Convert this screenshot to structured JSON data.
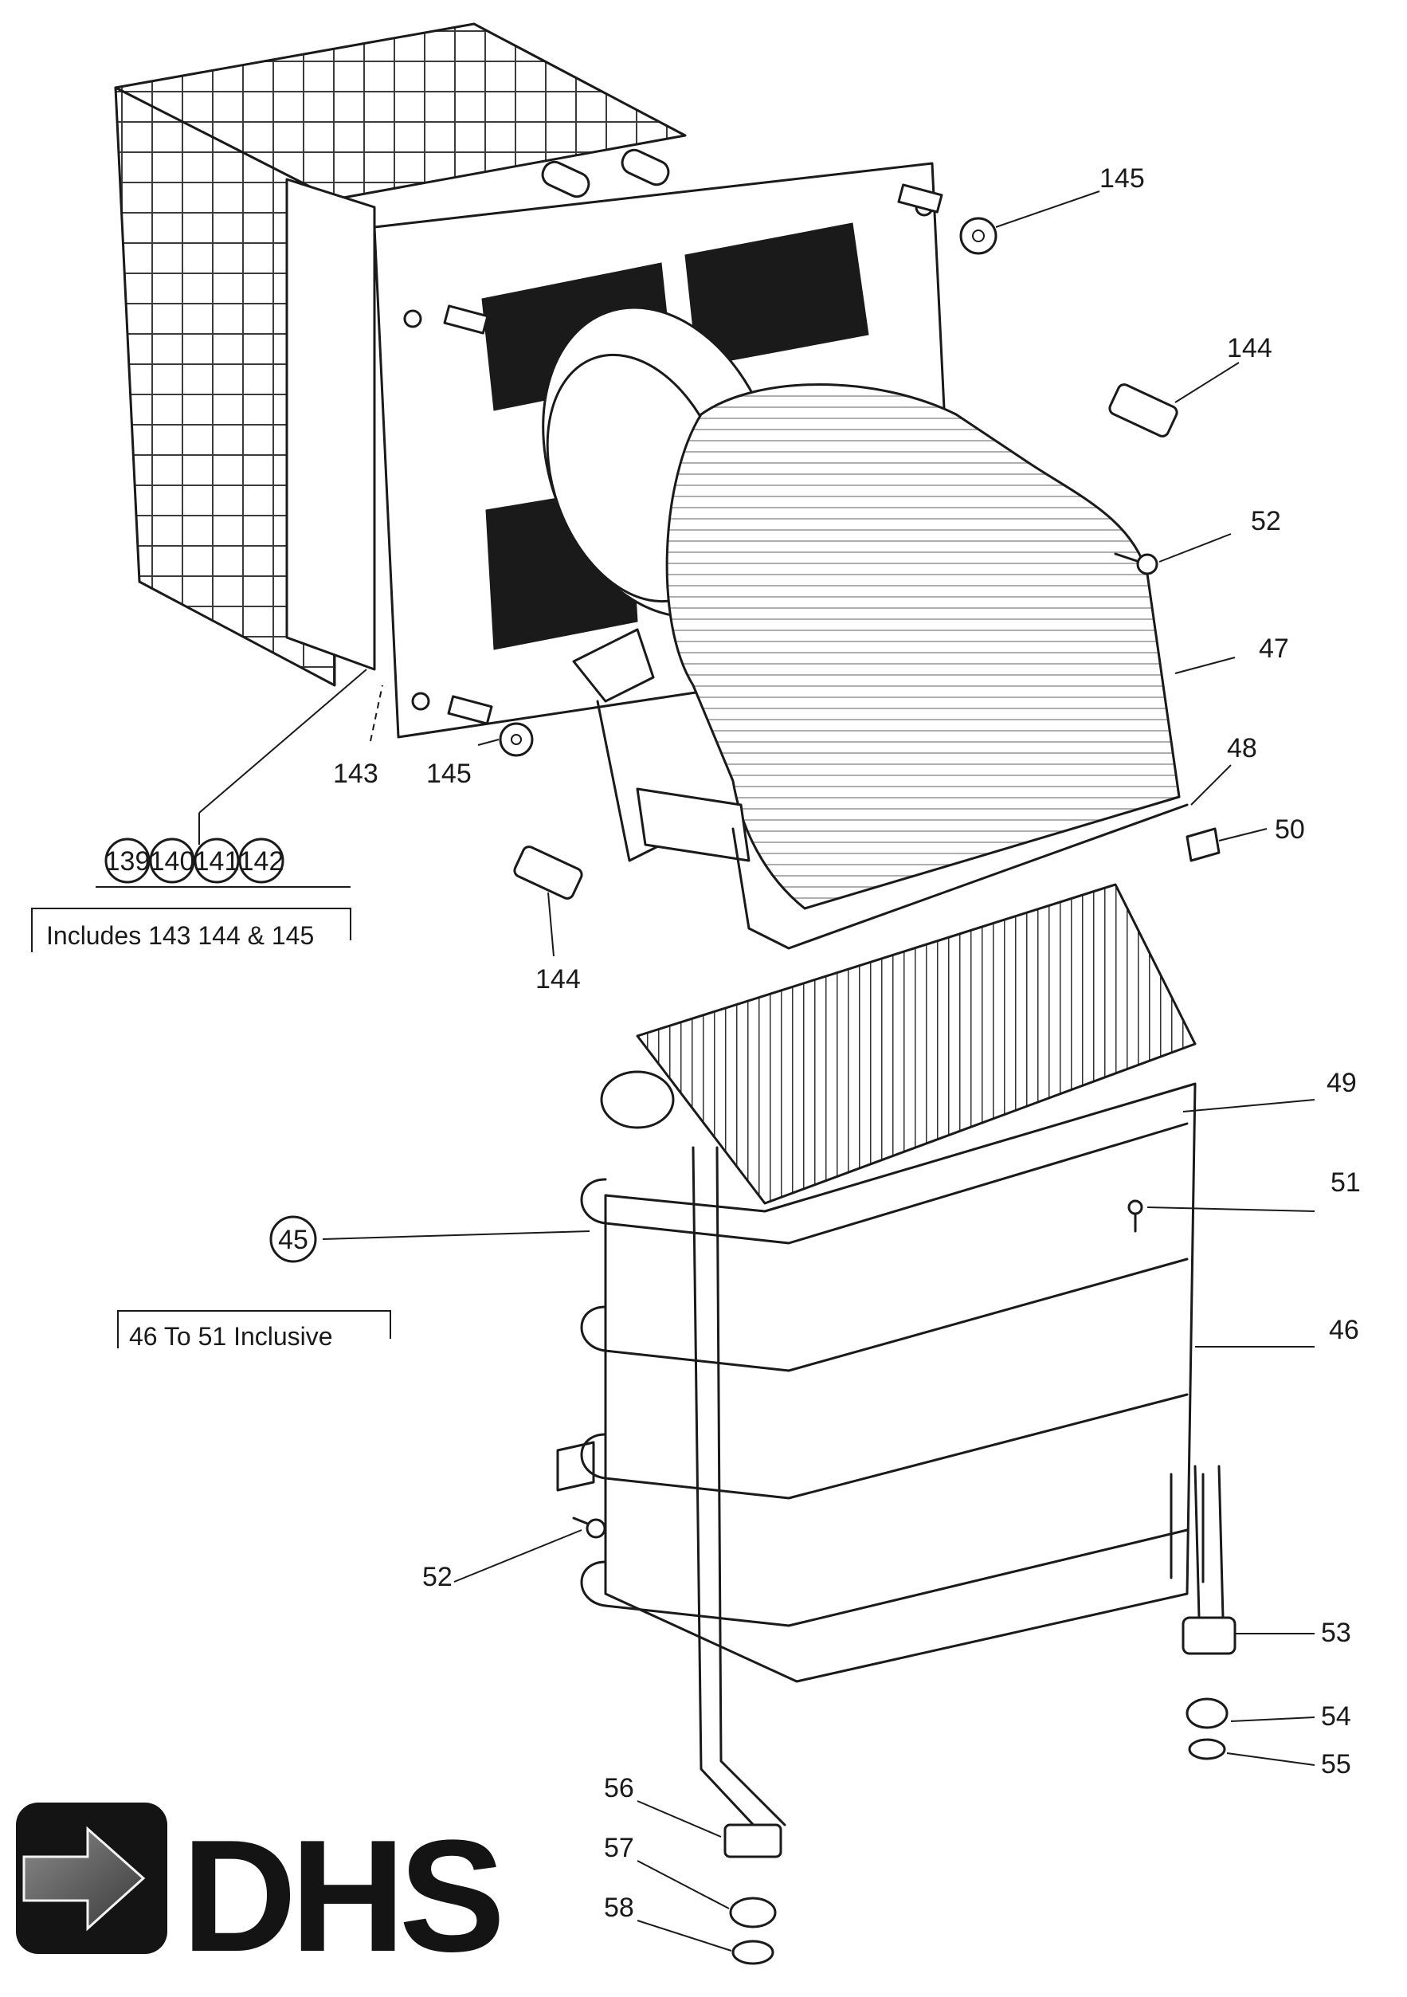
{
  "callouts": {
    "c145a": "145",
    "c144a": "144",
    "c52a": "52",
    "c47": "47",
    "c48": "48",
    "c50": "50",
    "c143": "143",
    "c145b": "145",
    "c144b": "144",
    "c139": "139",
    "c140": "140",
    "c141": "141",
    "c142": "142",
    "c49": "49",
    "c51": "51",
    "c45": "45",
    "c46": "46",
    "c52b": "52",
    "c53": "53",
    "c54": "54",
    "c55": "55",
    "c56": "56",
    "c57": "57",
    "c58": "58"
  },
  "notes": {
    "includes": "Includes 143 144 & 145",
    "inclusive": "46 To 51 Inclusive"
  },
  "logo": {
    "text": "DHS",
    "colors": {
      "dark": "#141414",
      "mid": "#5a5a5a",
      "light": "#f2f2f2"
    }
  }
}
